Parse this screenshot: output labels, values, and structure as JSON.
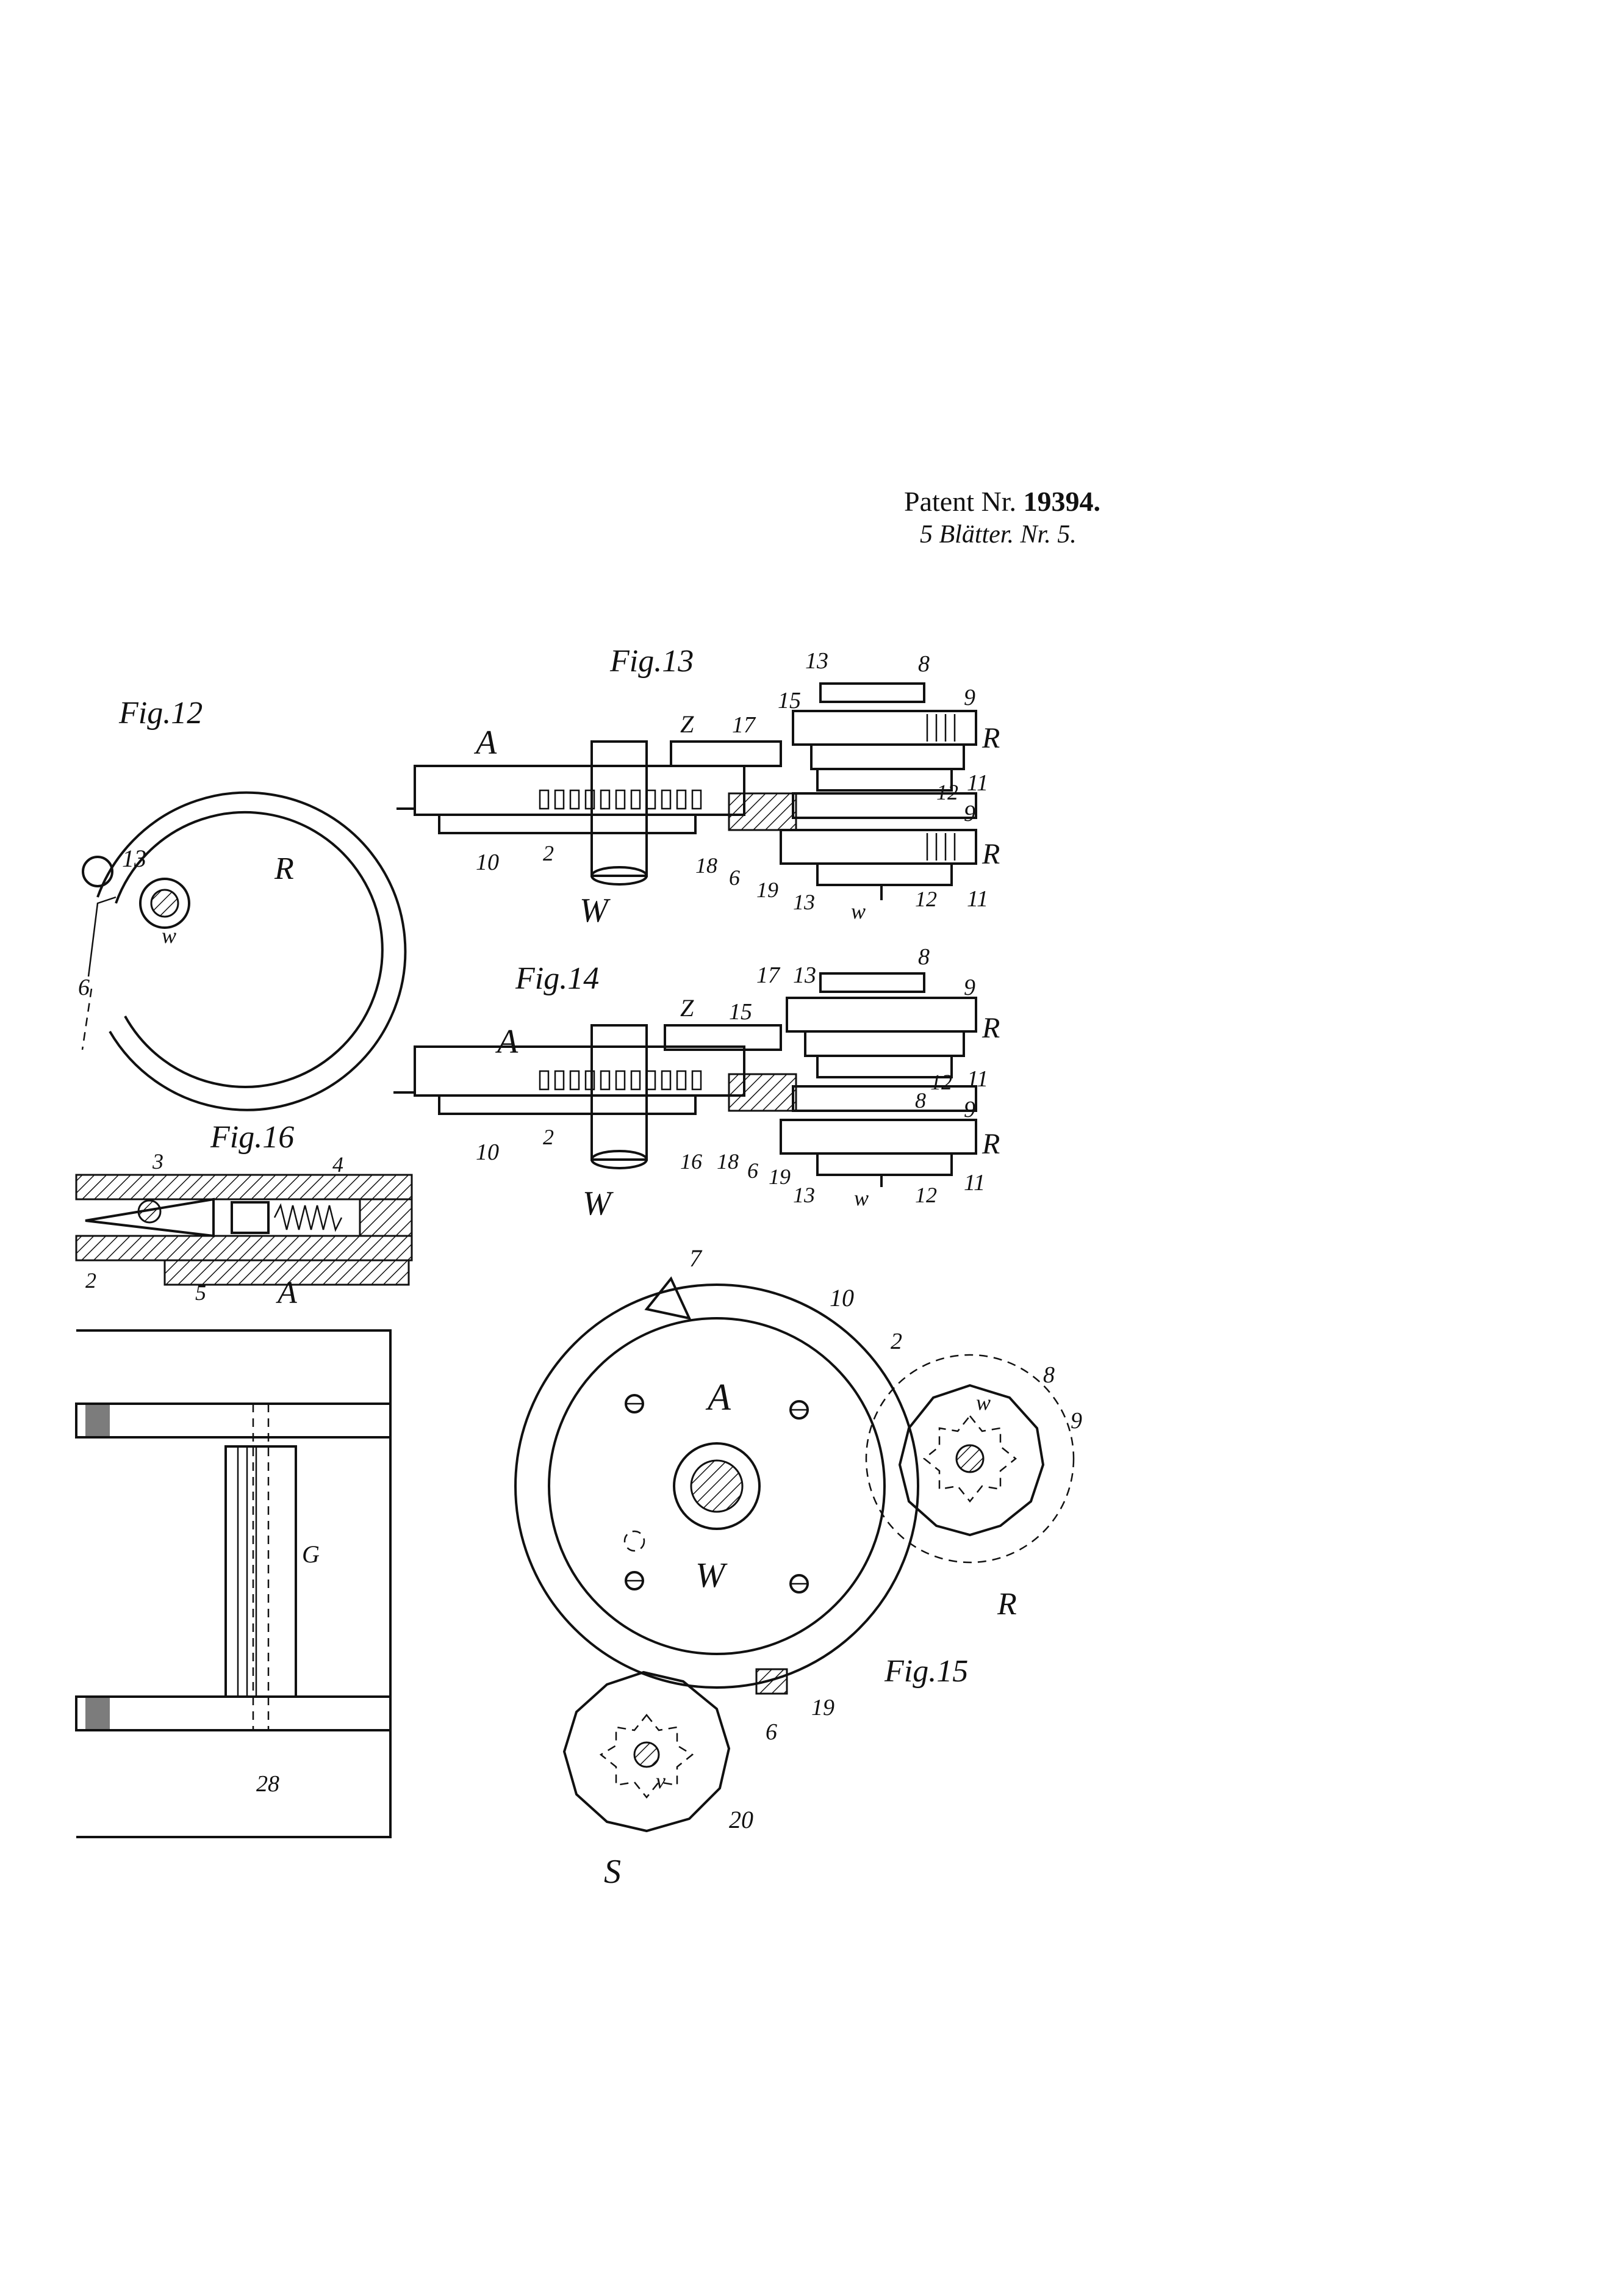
{
  "header": {
    "patent_prefix": "Patent Nr.",
    "patent_number": "19394.",
    "sheets_prefix": "5 Blätter.",
    "sheet_number": "Nr. 5."
  },
  "figures": {
    "fig12": {
      "title": "Fig.12",
      "labels": [
        "13",
        "R",
        "w",
        "6"
      ]
    },
    "fig13": {
      "title": "Fig.13",
      "labels": [
        "A",
        "Z",
        "17",
        "15",
        "13",
        "8",
        "9",
        "R",
        "11",
        "12",
        "9",
        "R",
        "11",
        "12",
        "10",
        "2",
        "18",
        "6",
        "19",
        "13",
        "W",
        "w"
      ]
    },
    "fig14": {
      "title": "Fig.14",
      "labels": [
        "A",
        "Z",
        "15",
        "17",
        "13",
        "8",
        "9",
        "R",
        "11",
        "12",
        "8",
        "9",
        "R",
        "11",
        "10",
        "2",
        "16",
        "18",
        "6",
        "19",
        "13",
        "W",
        "w",
        "12"
      ]
    },
    "fig16": {
      "title": "Fig.16",
      "labels": [
        "3",
        "4",
        "2",
        "5",
        "A"
      ]
    },
    "fig15": {
      "title": "Fig.15",
      "labels": [
        "7",
        "10",
        "2",
        "8",
        "w",
        "9",
        "A",
        "W",
        "R",
        "19",
        "6",
        "v",
        "20",
        "S"
      ]
    },
    "fig_partial": {
      "labels": [
        "G",
        "28"
      ]
    }
  }
}
